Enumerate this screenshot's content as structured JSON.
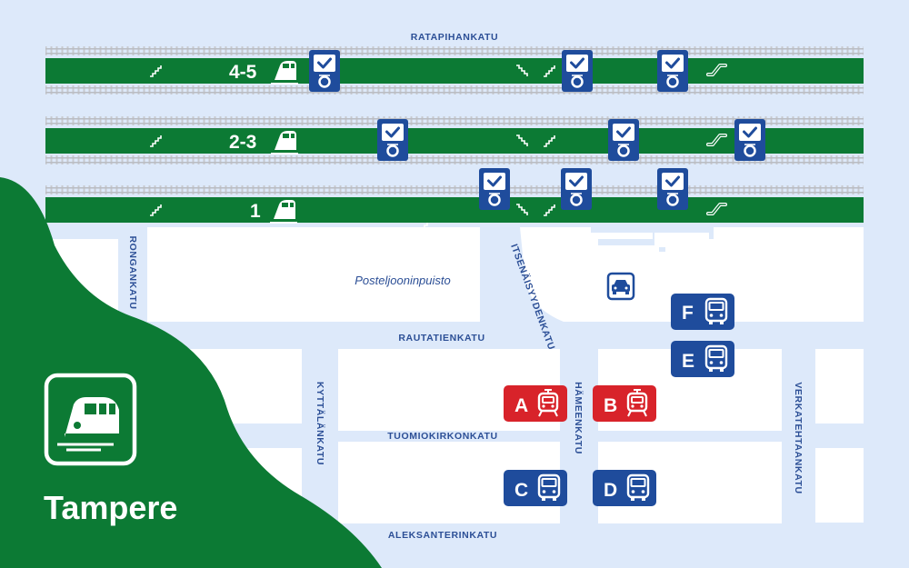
{
  "city_name": "Tampere",
  "tracks": [
    {
      "label": "4-5"
    },
    {
      "label": "2-3"
    },
    {
      "label": "1"
    }
  ],
  "streets": {
    "ratapihankatu": "RATAPIHANKATU",
    "ronganaktu": "RONGANKATU",
    "itsenaisyydenkatu": "ITSENÄISYYDENKATU",
    "rautatienkatu": "RAUTATIENKATU",
    "kyttalankatu": "KYTTÄLÄNKATU",
    "hameenkatu": "HÄMEENKATU",
    "tuomiokirkonkatu": "TUOMIOKIRKONKATU",
    "verkatehtaankatu": "VERKATEHTAANKATU",
    "aleksanterinkatu": "ALEKSANTERINKATU"
  },
  "park_name": "Posteljooninpuisto",
  "stops": [
    {
      "letter": "A",
      "mode": "tram",
      "color": "#d8232a"
    },
    {
      "letter": "B",
      "mode": "tram",
      "color": "#d8232a"
    },
    {
      "letter": "C",
      "mode": "bus",
      "color": "#1f4c9c"
    },
    {
      "letter": "D",
      "mode": "bus",
      "color": "#1f4c9c"
    },
    {
      "letter": "E",
      "mode": "bus",
      "color": "#1f4c9c"
    },
    {
      "letter": "F",
      "mode": "bus",
      "color": "#1f4c9c"
    }
  ],
  "icons": {
    "ticket_machine": "ticket-validator-icon",
    "taxi": "taxi-icon",
    "stairs": "stairs-icon",
    "escalator": "escalator-icon",
    "train": "train-icon"
  },
  "colors": {
    "background": "#dde9fa",
    "block": "#ffffff",
    "platform": "#0c7a34",
    "brand_green": "#0c7a34",
    "transit_blue": "#1f4c9c",
    "tram_red": "#d8232a",
    "rail": "#c4c6cb"
  }
}
